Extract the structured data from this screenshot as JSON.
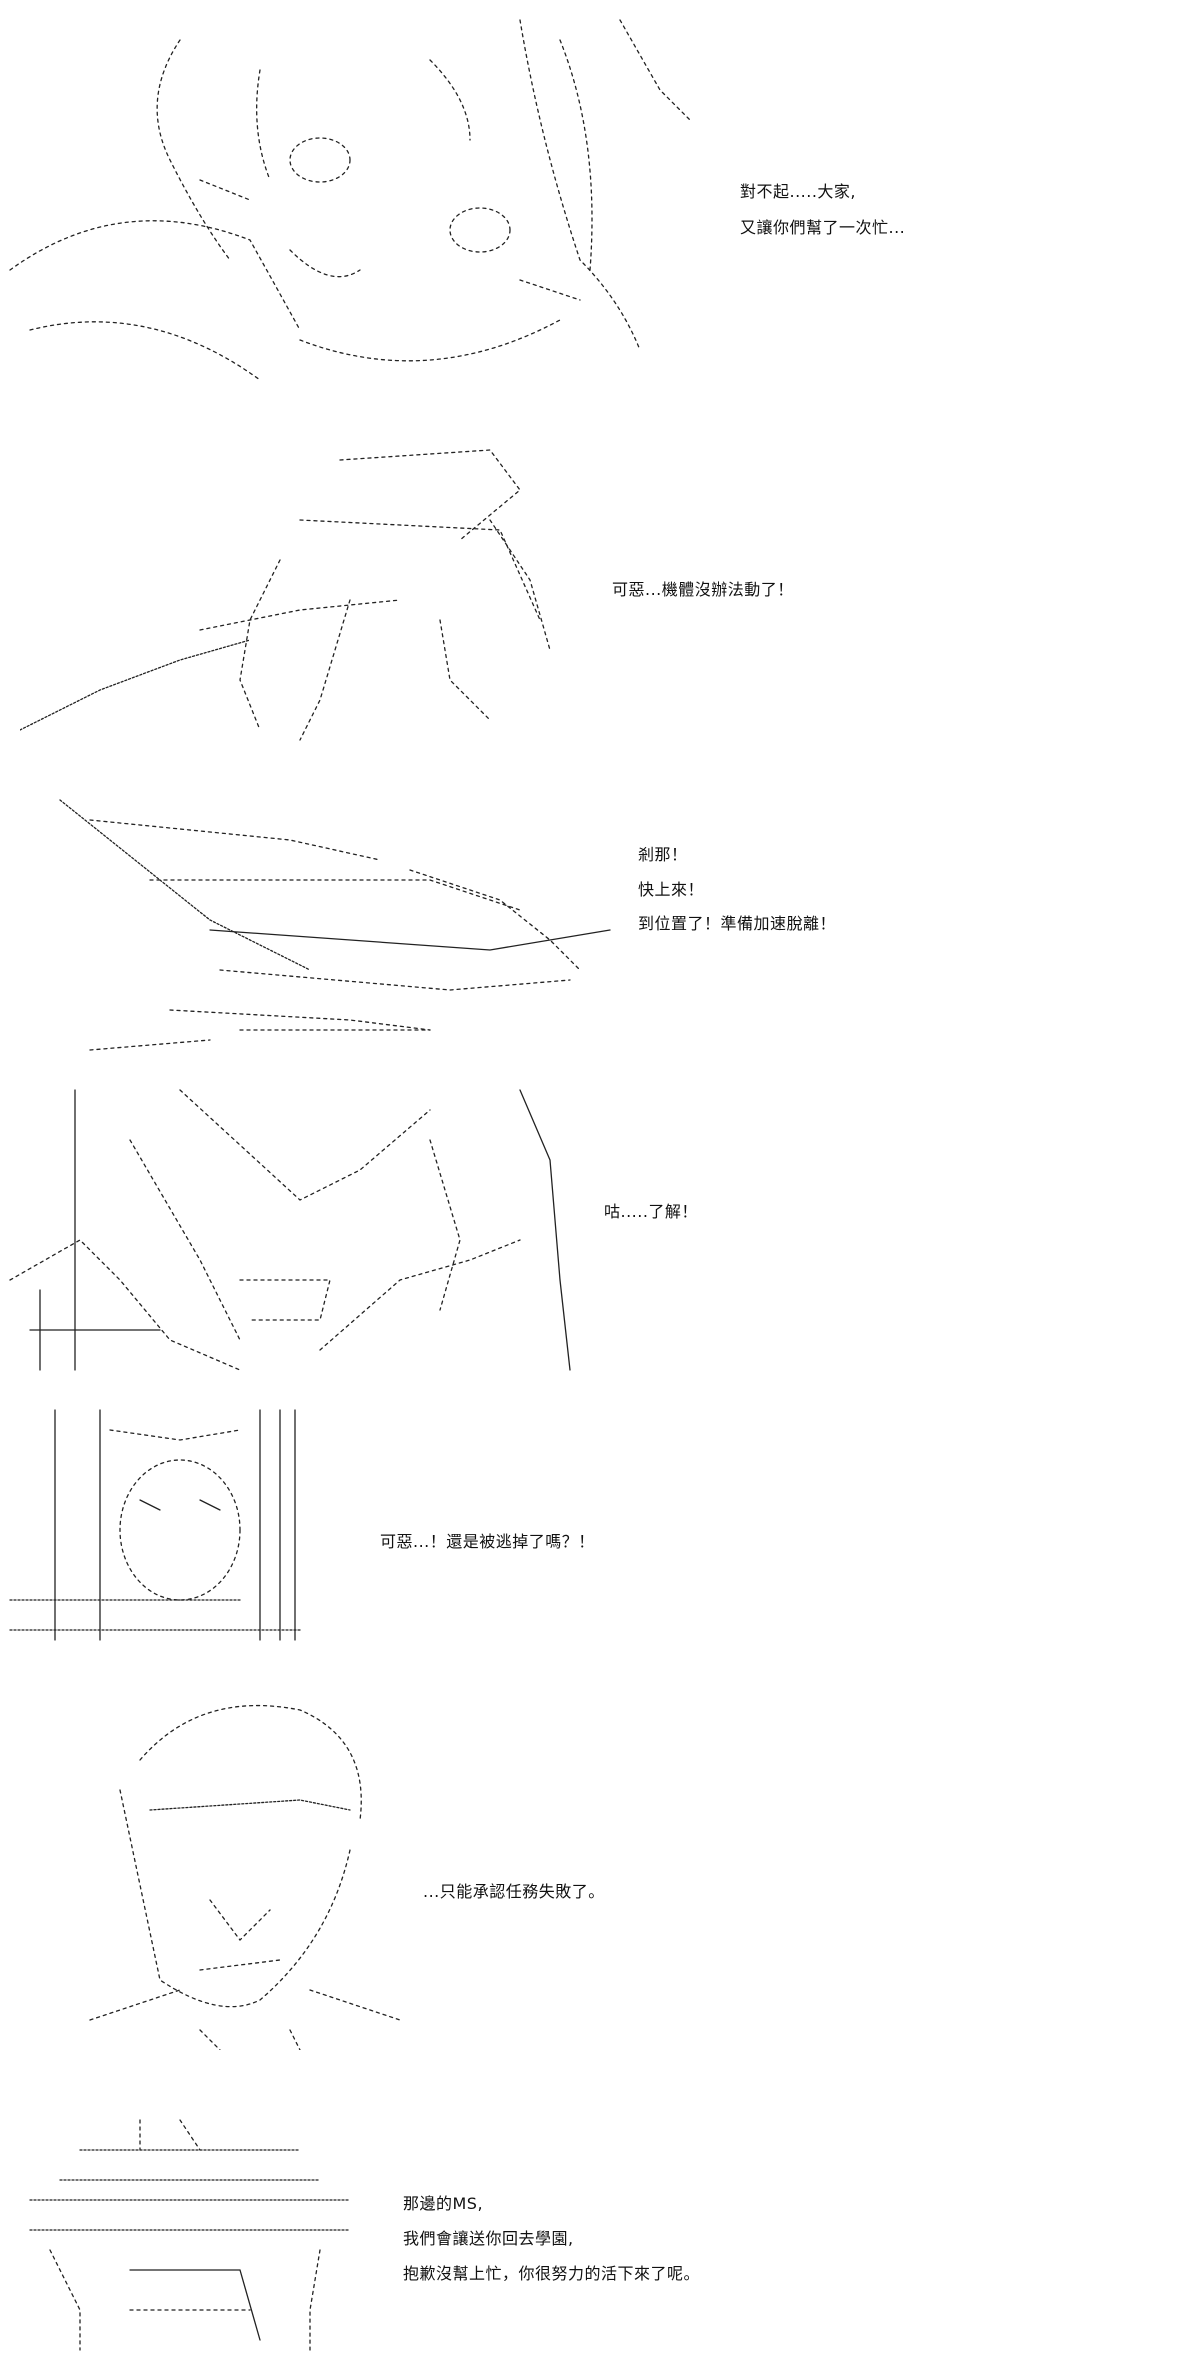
{
  "panels": [
    {
      "lines": [
        "對不起.....大家,",
        "又讓你們幫了一次忙..."
      ]
    },
    {
      "lines": [
        "可惡...機體沒辦法動了！"
      ]
    },
    {
      "lines": [
        "剎那！",
        "快上來！",
        "到位置了！準備加速脫離！"
      ]
    },
    {
      "lines": [
        "咕.....了解！"
      ]
    },
    {
      "lines": [
        "可惡...！還是被逃掉了嗎？！"
      ]
    },
    {
      "lines": [
        "...只能承認任務失敗了。"
      ]
    },
    {
      "lines": [
        "那邊的MS,",
        "我們會讓送你回去學園,",
        "抱歉沒幫上忙，你很努力的活下來了呢。"
      ]
    }
  ]
}
